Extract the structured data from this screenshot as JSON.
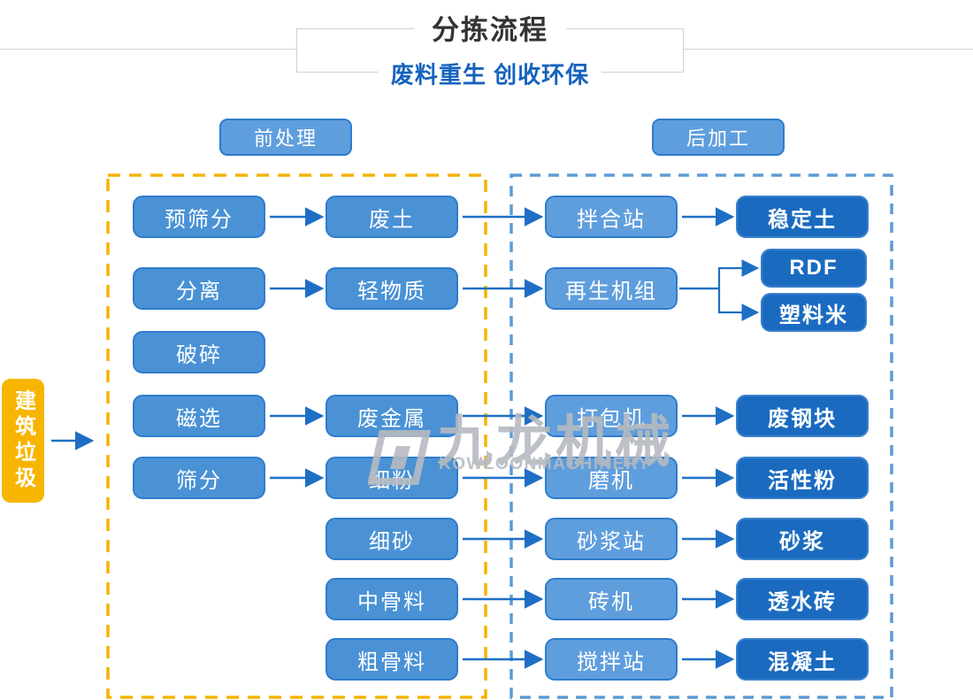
{
  "title": {
    "text": "分拣流程",
    "subtitle": "废料重生 创收环保"
  },
  "sections": {
    "pre": "前处理",
    "post": "后加工"
  },
  "source": {
    "label": "建筑垃圾"
  },
  "watermark": {
    "cn": "九龙机械",
    "en": "KOWLOONMACHINERY"
  },
  "colors": {
    "node_mid": "#4a92d5",
    "node_light": "#5f9edd",
    "node_dark": "#1a6bc0",
    "node_border": "#2e7ccd",
    "node_dark_border": "#3a80cc",
    "source_bg": "#f7b500",
    "arrow": "#1e6fc4",
    "dash_pre": "#f5b301",
    "dash_post": "#5b9bd5",
    "title": "#333333",
    "subtitle": "#1563bd",
    "frame_line": "#ccd1d6",
    "watermark": "#b6bac0"
  },
  "flow": {
    "nodes": [
      {
        "id": "yushaifen",
        "label": "预筛分",
        "col": 0,
        "row": 0,
        "style": "mid"
      },
      {
        "id": "fenli",
        "label": "分离",
        "col": 0,
        "row": 1,
        "style": "mid"
      },
      {
        "id": "posui",
        "label": "破碎",
        "col": 0,
        "row": 2,
        "style": "mid"
      },
      {
        "id": "cixuan",
        "label": "磁选",
        "col": 0,
        "row": 3,
        "style": "mid"
      },
      {
        "id": "shaifen",
        "label": "筛分",
        "col": 0,
        "row": 4,
        "style": "mid"
      },
      {
        "id": "feitu",
        "label": "废土",
        "col": 1,
        "row": 0,
        "style": "mid"
      },
      {
        "id": "qingwuzhi",
        "label": "轻物质",
        "col": 1,
        "row": 1,
        "style": "mid"
      },
      {
        "id": "feijinshu",
        "label": "废金属",
        "col": 1,
        "row": 3,
        "style": "mid"
      },
      {
        "id": "xifen",
        "label": "细粉",
        "col": 1,
        "row": 4,
        "style": "mid"
      },
      {
        "id": "xisha",
        "label": "细砂",
        "col": 1,
        "row": 5,
        "style": "mid"
      },
      {
        "id": "zhongguliao",
        "label": "中骨料",
        "col": 1,
        "row": 6,
        "style": "mid"
      },
      {
        "id": "cuguliao",
        "label": "粗骨料",
        "col": 1,
        "row": 7,
        "style": "mid"
      },
      {
        "id": "banhezhan",
        "label": "拌合站",
        "col": 2,
        "row": 0,
        "style": "light"
      },
      {
        "id": "zaishengjizu",
        "label": "再生机组",
        "col": 2,
        "row": 1,
        "style": "light"
      },
      {
        "id": "dabaoji",
        "label": "打包机",
        "col": 2,
        "row": 3,
        "style": "light"
      },
      {
        "id": "moji",
        "label": "磨机",
        "col": 2,
        "row": 4,
        "style": "light"
      },
      {
        "id": "shajiangzhan",
        "label": "砂浆站",
        "col": 2,
        "row": 5,
        "style": "light"
      },
      {
        "id": "zhuanji",
        "label": "砖机",
        "col": 2,
        "row": 6,
        "style": "light"
      },
      {
        "id": "jiaobanzhan",
        "label": "搅拌站",
        "col": 2,
        "row": 7,
        "style": "light"
      },
      {
        "id": "wendingtu",
        "label": "稳定土",
        "col": 3,
        "row": 0,
        "style": "dark"
      },
      {
        "id": "rdf",
        "label": "RDF",
        "col": 3,
        "row": 1,
        "style": "dark",
        "slot": "top"
      },
      {
        "id": "suliaomi",
        "label": "塑料米",
        "col": 3,
        "row": 1,
        "style": "dark",
        "slot": "bottom"
      },
      {
        "id": "feigangkuai",
        "label": "废钢块",
        "col": 3,
        "row": 3,
        "style": "dark"
      },
      {
        "id": "huoxingfen",
        "label": "活性粉",
        "col": 3,
        "row": 4,
        "style": "dark"
      },
      {
        "id": "shajiang",
        "label": "砂浆",
        "col": 3,
        "row": 5,
        "style": "dark"
      },
      {
        "id": "toushuizhuan",
        "label": "透水砖",
        "col": 3,
        "row": 6,
        "style": "dark"
      },
      {
        "id": "hunningtu",
        "label": "混凝土",
        "col": 3,
        "row": 7,
        "style": "dark"
      }
    ],
    "edges": [
      {
        "from": "jianzhulaji",
        "to": "zone-pre"
      },
      {
        "from": "yushaifen",
        "to": "feitu"
      },
      {
        "from": "fenli",
        "to": "qingwuzhi"
      },
      {
        "from": "cixuan",
        "to": "feijinshu"
      },
      {
        "from": "shaifen",
        "to": "xifen"
      },
      {
        "from": "feitu",
        "to": "banhezhan"
      },
      {
        "from": "qingwuzhi",
        "to": "zaishengjizu"
      },
      {
        "from": "feijinshu",
        "to": "dabaoji"
      },
      {
        "from": "xifen",
        "to": "moji"
      },
      {
        "from": "xisha",
        "to": "shajiangzhan"
      },
      {
        "from": "zhongguliao",
        "to": "zhuanji"
      },
      {
        "from": "cuguliao",
        "to": "jiaobanzhan"
      },
      {
        "from": "banhezhan",
        "to": "wendingtu"
      },
      {
        "from": "zaishengjizu",
        "to": "rdf"
      },
      {
        "from": "zaishengjizu",
        "to": "suliaomi"
      },
      {
        "from": "dabaoji",
        "to": "feigangkuai"
      },
      {
        "from": "moji",
        "to": "huoxingfen"
      },
      {
        "from": "shajiangzhan",
        "to": "shajiang"
      },
      {
        "from": "zhuanji",
        "to": "toushuizhuan"
      },
      {
        "from": "jiaobanzhan",
        "to": "hunningtu"
      }
    ]
  }
}
